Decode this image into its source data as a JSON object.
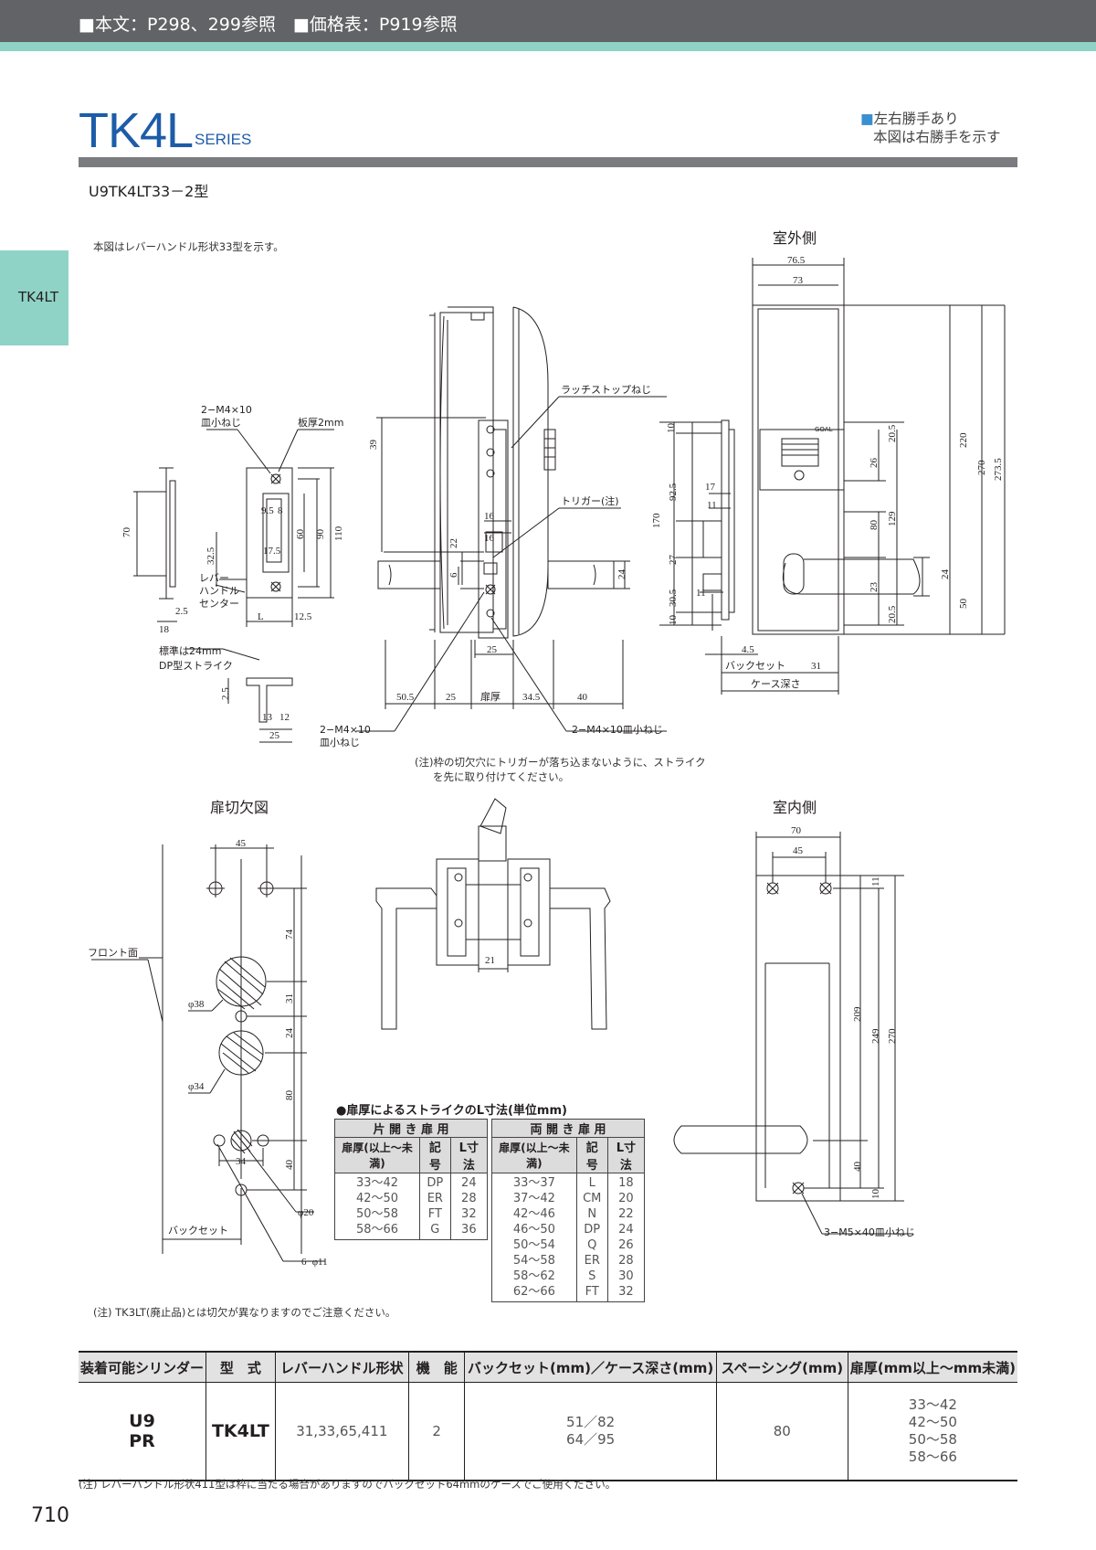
{
  "header": {
    "bar_text": "■本文：P298、299参照　■価格表：P919参照",
    "series": "TK4L",
    "series_suffix": "SERIES",
    "hand_note_1": "左右勝手あり",
    "hand_note_2": "本図は右勝手を示す",
    "model": "U9TK4LT33－2型",
    "side_tab": "TK4LT"
  },
  "notes": {
    "lever_note": "本図はレバーハンドル形状33型を示す。",
    "trigger_note_1": "(注)枠の切欠穴にトリガーが落ち込まないように、ストライク",
    "trigger_note_2": "を先に取り付けてください。",
    "tk3lt_note": "(注) TK3LT(廃止品)とは切欠が異なりますのでご注意ください。",
    "bottom_note": "(注)  レバーハンドル形状411型は枠に当たる場合がありますのでバックセット64mmのケースでご使用ください。"
  },
  "drawings": {
    "outside_title": "室外側",
    "inside_title": "室内側",
    "cutout_title": "扉切欠図",
    "strike": {
      "screws": "2−M4×10",
      "screws_type": "皿小ねじ",
      "plate": "板厚2mm",
      "lever_center_1": "レバー",
      "lever_center_2": "ハンドル",
      "lever_center_3": "センター",
      "std_note": "標準は24mm",
      "dp_note": "DP型ストライク",
      "L": "L",
      "d70": "70",
      "d32_5": "32.5",
      "d2_5": "2.5",
      "d18": "18",
      "d12_5": "12.5",
      "d9_5": "9.5",
      "d8": "8",
      "d17_5": "17.5",
      "d60": "60",
      "d90": "90",
      "d110": "110",
      "d13": "13",
      "d12": "12",
      "d25": "25",
      "d2_5b": "2.5"
    },
    "section": {
      "latch_screw": "ラッチストップねじ",
      "trigger": "トリガー(注)",
      "screws_left_1": "2−M4×10",
      "screws_left_2": "皿小ねじ",
      "screws_right": "2−M4×10皿小ねじ",
      "d39": "39",
      "d16": "16",
      "d16b": "16",
      "d22": "22",
      "d6": "6",
      "d24": "24",
      "d25": "25",
      "d50_5": "50.5",
      "d25b": "25",
      "door": "扉厚",
      "d34_5": "34.5",
      "d40": "40"
    },
    "outside": {
      "d76_5": "76.5",
      "d73": "73",
      "d10": "10",
      "d92_5": "92.5",
      "d170": "170",
      "d27": "27",
      "d30_5": "30.5",
      "d10b": "10",
      "d17": "17",
      "d11": "11",
      "d11b": "11",
      "d20_5": "20.5",
      "d26": "26",
      "d80": "80",
      "d129": "129",
      "d23": "23",
      "d20_5b": "20.5",
      "d24": "24",
      "d50": "50",
      "d220": "220",
      "d270": "270",
      "d273_5": "273.5",
      "d4_5": "4.5",
      "backset": "バックセット",
      "d31": "31",
      "case": "ケース深さ",
      "brand": "GOAL"
    },
    "cutout": {
      "front": "フロント面",
      "d45": "45",
      "d74": "74",
      "d31": "31",
      "d24": "24",
      "d80": "80",
      "d40": "40",
      "d34": "34",
      "phi38": "φ38",
      "phi34": "φ34",
      "phi20": "φ20",
      "holes": "6−φ11",
      "backset": "バックセット"
    },
    "top": {
      "d21": "21"
    },
    "inside": {
      "d70": "70",
      "d45": "45",
      "d11": "11",
      "d209": "209",
      "d249": "249",
      "d270": "270",
      "d40": "40",
      "d10": "10",
      "screws": "3−M5×40皿小ねじ"
    }
  },
  "strike_table": {
    "title": "●扉厚によるストライクのL寸法(単位mm)",
    "single": {
      "title": "片 開 き 扉 用",
      "cols": [
        "扉厚(以上〜未満)",
        "記号",
        "L寸法"
      ],
      "door": "33〜42\n42〜50\n50〜58\n58〜66",
      "code": "DP\nER\nFT\nG",
      "L": "24\n28\n32\n36"
    },
    "double": {
      "title": "両 開 き 扉 用",
      "cols": [
        "扉厚(以上〜未満)",
        "記号",
        "L寸法"
      ],
      "door": "33〜37\n37〜42\n42〜46\n46〜50\n50〜54\n54〜58\n58〜62\n62〜66",
      "code": "L\nCM\nN\nDP\nQ\nER\nS\nFT",
      "L": "18\n20\n22\n24\n26\n28\n30\n32"
    }
  },
  "spec_table": {
    "headers": [
      "装着可能シリンダー",
      "型　式",
      "レバーハンドル形状",
      "機　能",
      "バックセット(mm)／ケース深さ(mm)",
      "スペーシング(mm)",
      "扉厚(mm以上〜mm未満)"
    ],
    "cylinder": "U9\nPR",
    "model": "TK4LT",
    "lever": "31,33,65,411",
    "function": "2",
    "backset": "51／82\n64／95",
    "spacing": "80",
    "door": "33〜42\n42〜50\n50〜58\n58〜66"
  },
  "page_number": "710"
}
